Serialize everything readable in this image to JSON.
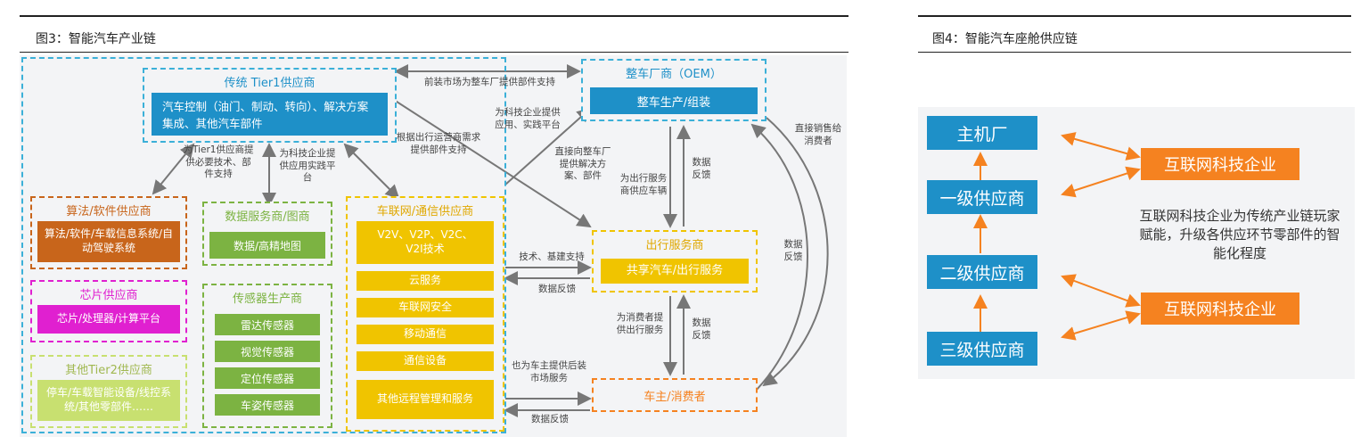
{
  "figure3": {
    "title": "图3：智能汽车产业链",
    "tier1": {
      "header": "传统 Tier1供应商",
      "body": "汽车控制（油门、制动、转向）、解决方案集成、其他汽车部件"
    },
    "oem": {
      "header": "整车厂商（OEM）",
      "body": "整车生产/组装"
    },
    "algo": {
      "header": "算法/软件供应商",
      "body": "算法/软件/车载信息系统/自动驾驶系统"
    },
    "chip": {
      "header": "芯片供应商",
      "body": "芯片/处理器/计算平台"
    },
    "tier2": {
      "header": "其他Tier2供应商",
      "body": "停车/车载智能设备/线控系统/其他零部件……"
    },
    "data_service": {
      "header": "数据服务商/图商",
      "body": "数据/高精地图"
    },
    "sensor": {
      "header": "传感器生产商",
      "items": [
        "雷达传感器",
        "视觉传感器",
        "定位传感器",
        "车姿传感器"
      ]
    },
    "iov": {
      "header": "车联网/通信供应商",
      "items": [
        "V2V、V2P、V2C、V2I技术",
        "云服务",
        "车联网安全",
        "移动通信",
        "通信设备",
        "其他远程管理和服务"
      ]
    },
    "mobility": {
      "header": "出行服务商",
      "body": "共享汽车/出行服务"
    },
    "owner": {
      "header": "车主/消费者"
    },
    "labels": {
      "front_market": "前装市场为整车厂提供部件支持",
      "tech_company": "为科技企业提供应用、实践平台",
      "tier1_support": "为Tier1供应商提供必要技术、部件支持",
      "tech_platform": "为科技企业提供应用实践平台",
      "ops_demand": "根据出行运营商需求提供部件支持",
      "solution": "直接向整车厂提供解决方案、部件",
      "mobility_vehicle": "为出行服务商供应车辆",
      "feedback1": "数据反馈",
      "direct_sale": "直接销售给消费者",
      "tech_infra": "技术、基建支持",
      "feedback2": "数据反馈",
      "consumer_service": "为消费者提供出行服务",
      "feedback3": "数据反馈",
      "aftermarket": "也为车主提供后装市场服务",
      "feedback4": "数据反馈",
      "feedback5": "数据反馈"
    }
  },
  "figure4": {
    "title": "图4：智能汽车座舱供应链",
    "tiers": [
      "主机厂",
      "一级供应商",
      "二级供应商",
      "三级供应商"
    ],
    "internet_top": "互联网科技企业",
    "internet_bottom": "互联网科技企业",
    "description": "互联网科技企业为传统产业链玩家赋能，升级各供应环节零部件的智能化程度"
  },
  "colors": {
    "blue": "#1e90c8",
    "orange": "#f58220",
    "yellow": "#f0c400",
    "green": "#7cb342",
    "brown": "#c8651b",
    "magenta": "#e020d0",
    "cyan_dash": "#3bb0d8"
  }
}
